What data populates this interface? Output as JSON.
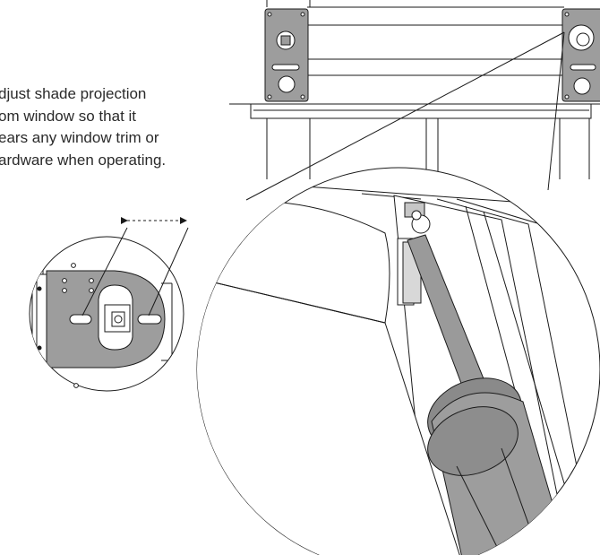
{
  "instruction": {
    "lines": [
      "djust shade projection",
      "om window so that it",
      "ears any window trim or",
      "ardware when operating."
    ]
  },
  "colors": {
    "line": "#1a1a1a",
    "bracket_fill": "#9d9d9d",
    "fabric_fill": "#ffffff",
    "tool_handle": "#8a8a8a",
    "tool_handle_light": "#c7c7c7"
  },
  "icons": {
    "adjust_arrow": "double-headed-dashed-arrow",
    "mounting_bracket": "bracket-icon",
    "screwdriver": "screwdriver-icon"
  }
}
